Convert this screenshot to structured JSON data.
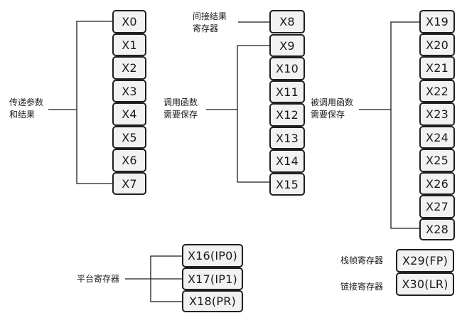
{
  "groups": {
    "args": {
      "label": [
        "传递参数",
        "和结果"
      ],
      "registers": [
        "X0",
        "X1",
        "X2",
        "X3",
        "X4",
        "X5",
        "X6",
        "X7"
      ]
    },
    "indirect": {
      "label": [
        "间接结果",
        "寄存器"
      ],
      "registers": [
        "X8"
      ]
    },
    "caller_saved": {
      "label": [
        "调用函数",
        "需要保存"
      ],
      "registers": [
        "X9",
        "X10",
        "X11",
        "X12",
        "X13",
        "X14",
        "X15"
      ]
    },
    "callee_saved": {
      "label": [
        "被调用函数",
        "需要保存"
      ],
      "registers": [
        "X19",
        "X20",
        "X21",
        "X22",
        "X23",
        "X24",
        "X25",
        "X26",
        "X27",
        "X28"
      ]
    },
    "platform": {
      "label": [
        "平台寄存器"
      ],
      "registers": [
        "X16(IP0)",
        "X17(IP1)",
        "X18(PR)"
      ]
    },
    "frame": {
      "label": [
        "栈帧寄存器"
      ],
      "registers": [
        "X29(FP)"
      ]
    },
    "link": {
      "label": [
        "链接寄存器"
      ],
      "registers": [
        "X30(LR)"
      ]
    }
  }
}
